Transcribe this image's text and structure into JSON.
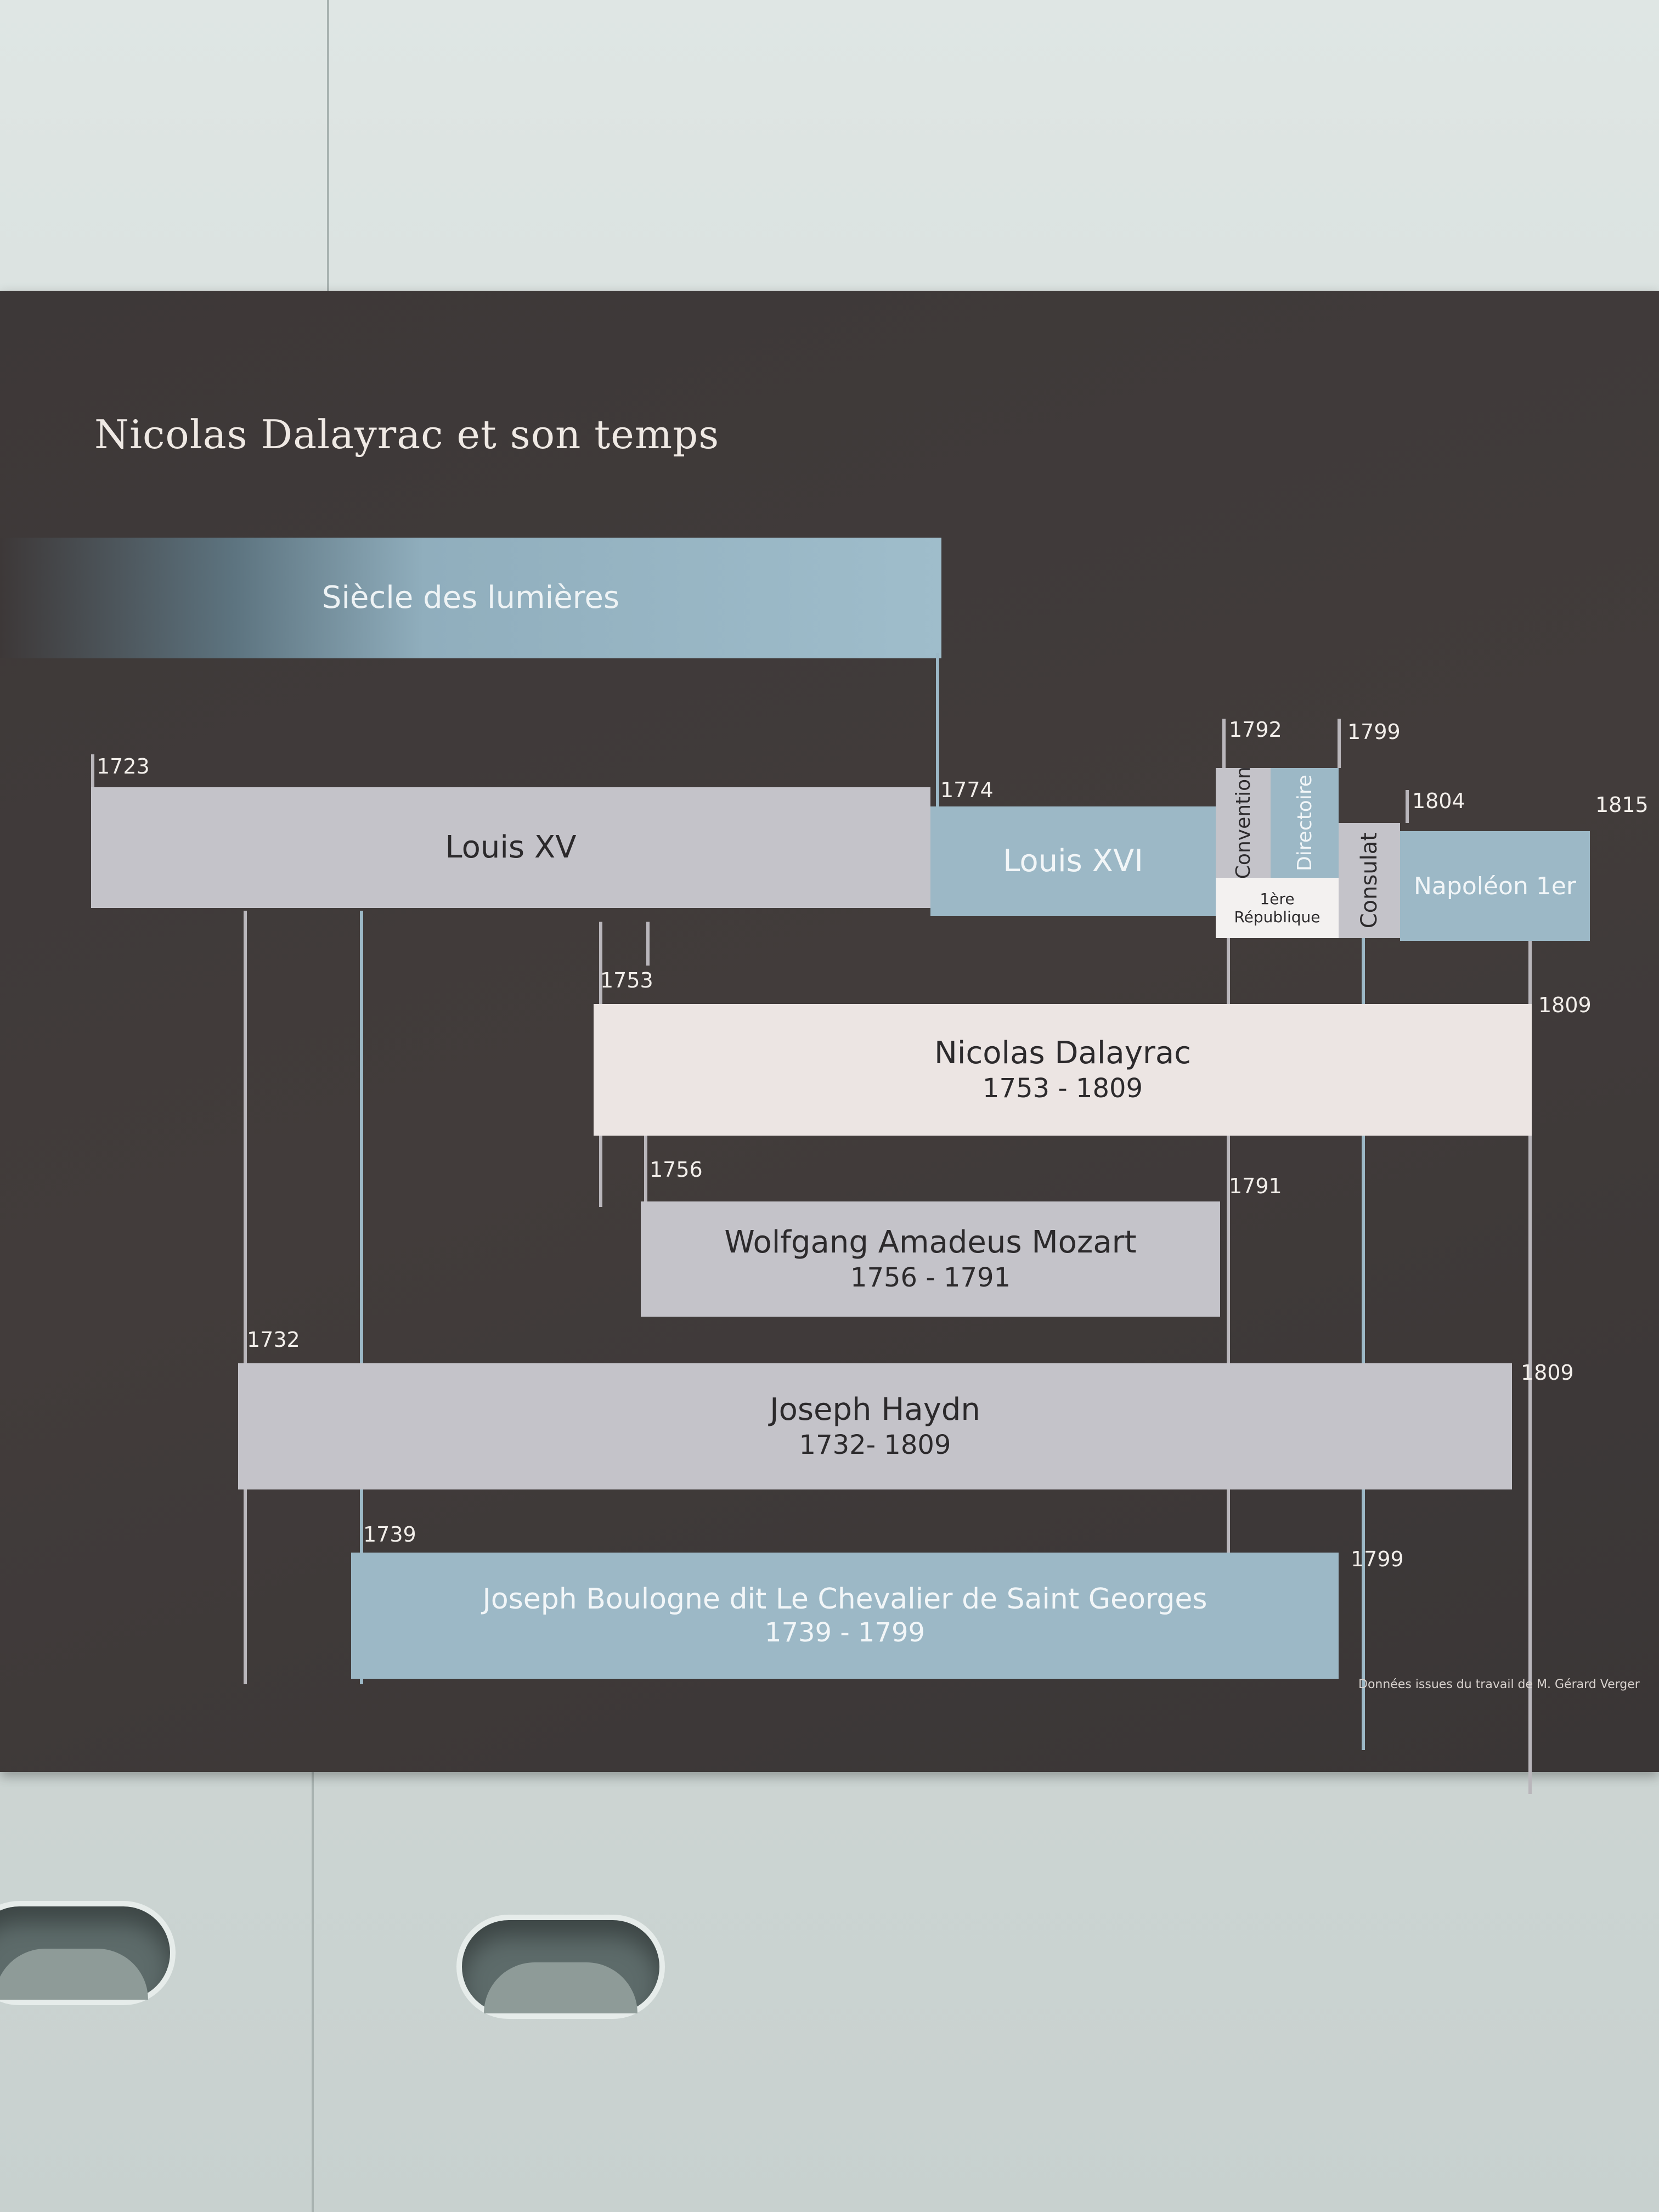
{
  "title": "Nicolas Dalayrac et son temps",
  "eras": {
    "lumieres": "Siècle des lumières",
    "louis_xv": "Louis XV",
    "louis_xvi": "Louis XVI",
    "convention": "Convention",
    "directoire": "Directoire",
    "republique": "1ère République",
    "consulat": "Consulat",
    "napoleon": "Napoléon 1er"
  },
  "years": {
    "y1723": "1723",
    "y1774": "1774",
    "y1792": "1792",
    "y1799_top": "1799",
    "y1804": "1804",
    "y1815": "1815",
    "y1753": "1753",
    "y1809_a": "1809",
    "y1756": "1756",
    "y1791": "1791",
    "y1732": "1732",
    "y1809_b": "1809",
    "y1739": "1739",
    "y1799_bottom": "1799"
  },
  "people": [
    {
      "name": "Nicolas Dalayrac",
      "dates": "1753 - 1809"
    },
    {
      "name": "Wolfgang Amadeus Mozart",
      "dates": "1756 - 1791"
    },
    {
      "name": "Joseph Haydn",
      "dates": "1732- 1809"
    },
    {
      "name": "Joseph Boulogne dit Le Chevalier de Saint Georges",
      "dates": "1739 - 1799"
    }
  ],
  "credit": "Données issues du travail de M. Gérard Verger",
  "colors": {
    "board": "#3d3838",
    "blue": "#9cb8c6",
    "grey": "#c4c3c9",
    "white": "#ece5e3"
  }
}
